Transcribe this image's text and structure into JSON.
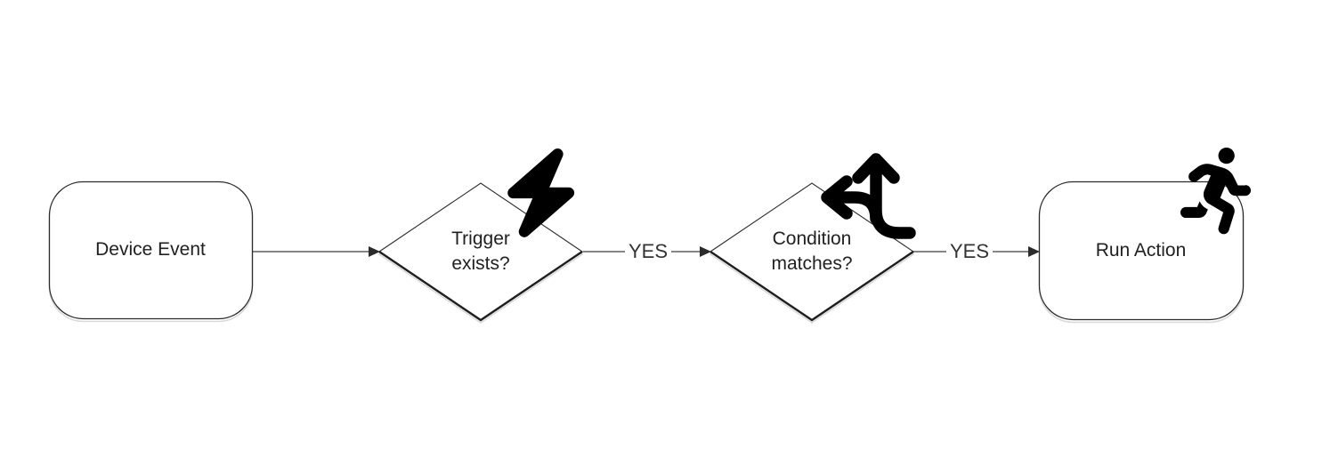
{
  "diagram": {
    "type": "flowchart",
    "direction": "left-to-right",
    "nodes": [
      {
        "id": "device-event",
        "shape": "rounded-rectangle",
        "label": "Device Event",
        "icon": null
      },
      {
        "id": "trigger-exists",
        "shape": "diamond",
        "label_line1": "Trigger",
        "label_line2": "exists?",
        "icon": "lightning-bolt-icon"
      },
      {
        "id": "condition-matches",
        "shape": "diamond",
        "label_line1": "Condition",
        "label_line2": "matches?",
        "icon": "split-arrows-icon"
      },
      {
        "id": "run-action",
        "shape": "rounded-rectangle",
        "label": "Run Action",
        "icon": "running-person-icon"
      }
    ],
    "edges": [
      {
        "from": "device-event",
        "to": "trigger-exists",
        "label": ""
      },
      {
        "from": "trigger-exists",
        "to": "condition-matches",
        "label": "YES"
      },
      {
        "from": "condition-matches",
        "to": "run-action",
        "label": "YES"
      }
    ],
    "colors": {
      "background": "#ffffff",
      "shape_stroke": "#2b2b2b",
      "shape_fill": "#ffffff",
      "shadow": "#d9d9d9",
      "connector": "#3f3f3f",
      "arrowhead": "#2b2b2b",
      "text": "#212121",
      "icon": "#000000"
    }
  }
}
